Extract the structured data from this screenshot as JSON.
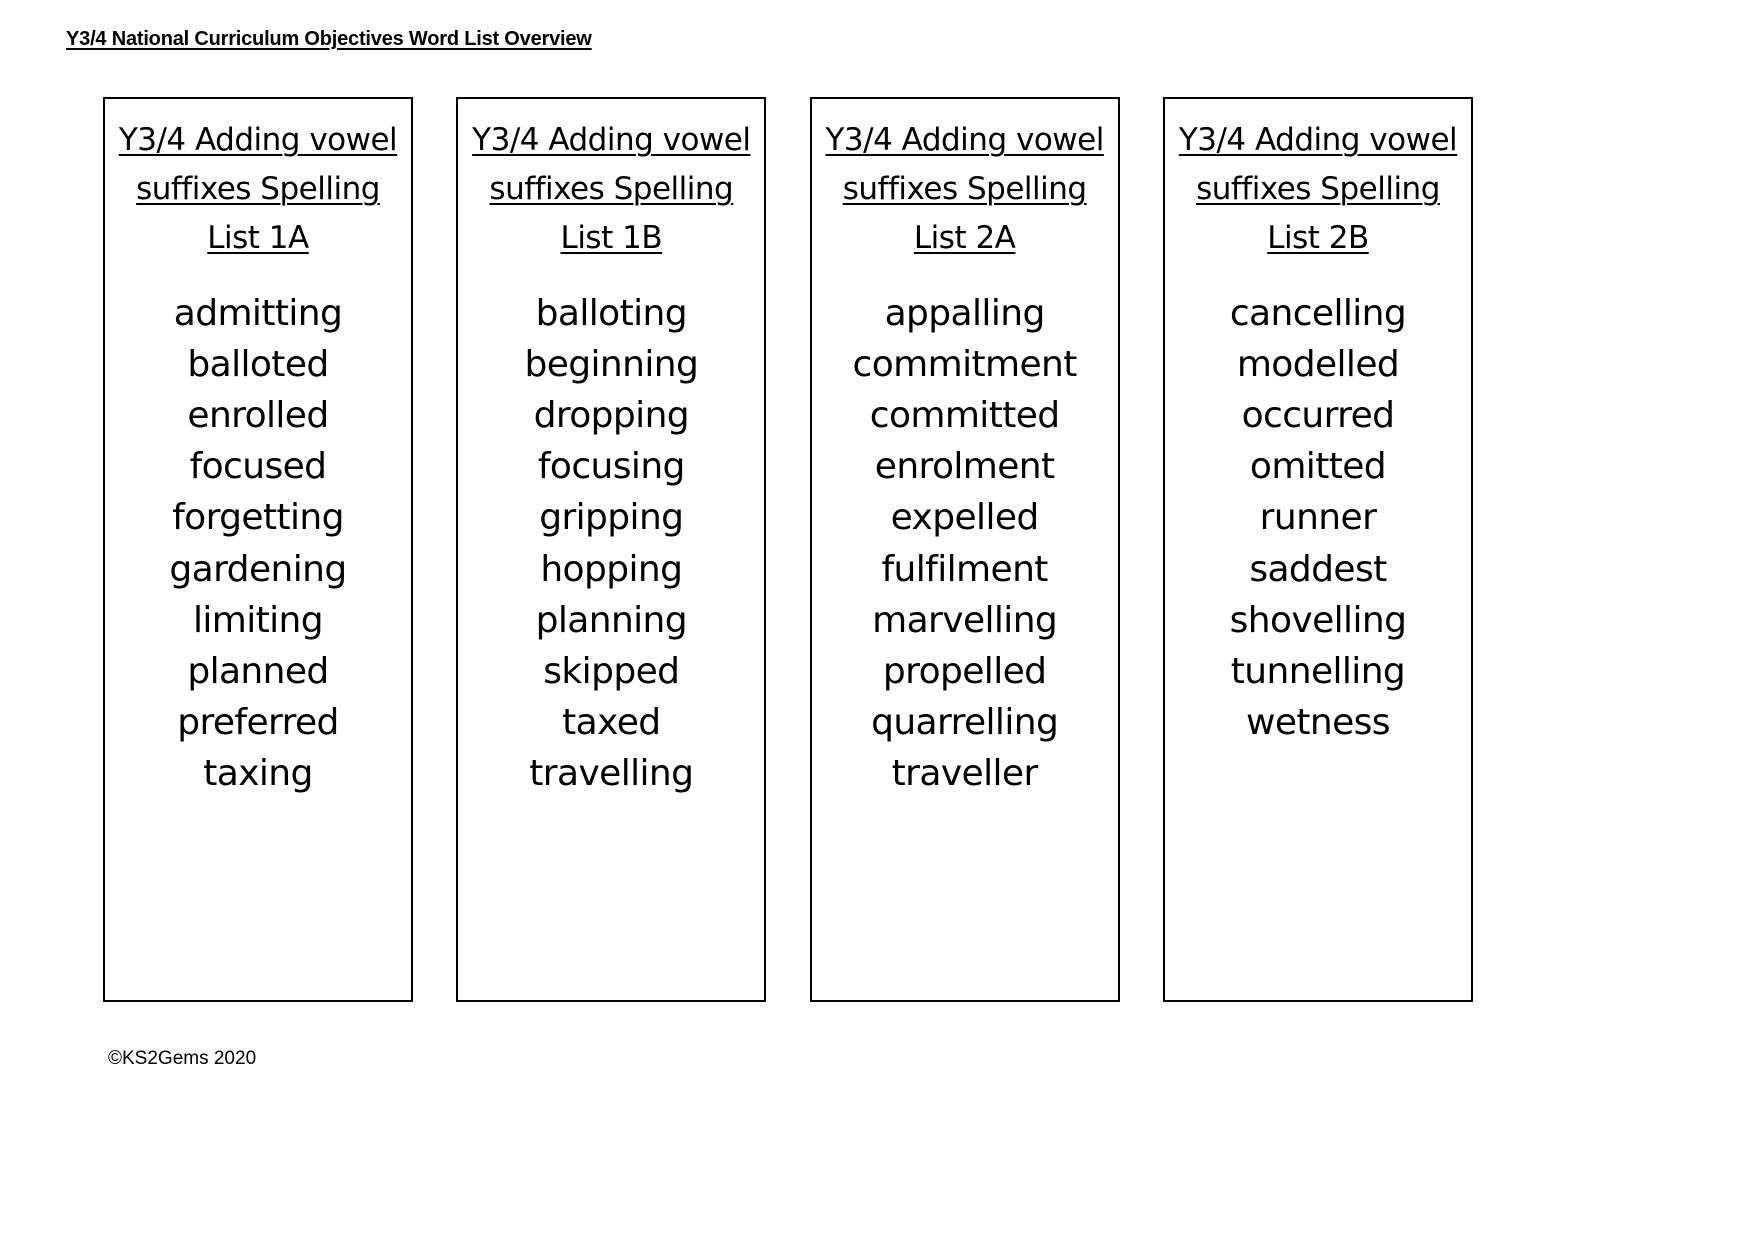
{
  "page": {
    "header": "Y3/4 National Curriculum Objectives Word List Overview",
    "footer": "©KS2Gems 2020",
    "text_color": "#000000",
    "background_color": "#FFFFFF",
    "border_color": "#000000"
  },
  "cards": [
    {
      "title_line1": "Y3/4 Adding vowel",
      "title_line2": "suffixes Spelling",
      "title_line3": "List 1A",
      "words": [
        "admitting",
        "balloted",
        "enrolled",
        "focused",
        "forgetting",
        "gardening",
        "limiting",
        "planned",
        "preferred",
        "taxing"
      ]
    },
    {
      "title_line1": "Y3/4 Adding vowel",
      "title_line2": "suffixes Spelling",
      "title_line3": "List 1B",
      "words": [
        "balloting",
        "beginning",
        "dropping",
        "focusing",
        "gripping",
        "hopping",
        "planning",
        "skipped",
        "taxed",
        "travelling"
      ]
    },
    {
      "title_line1": "Y3/4 Adding vowel",
      "title_line2": "suffixes Spelling",
      "title_line3": "List 2A",
      "words": [
        "appalling",
        "commitment",
        "committed",
        "enrolment",
        "expelled",
        "fulfilment",
        "marvelling",
        "propelled",
        "quarrelling",
        "traveller"
      ]
    },
    {
      "title_line1": "Y3/4 Adding vowel",
      "title_line2": "suffixes Spelling",
      "title_line3": "List 2B",
      "words": [
        "cancelling",
        "modelled",
        "occurred",
        "omitted",
        "runner",
        "saddest",
        "shovelling",
        "tunnelling",
        "wetness"
      ]
    }
  ]
}
